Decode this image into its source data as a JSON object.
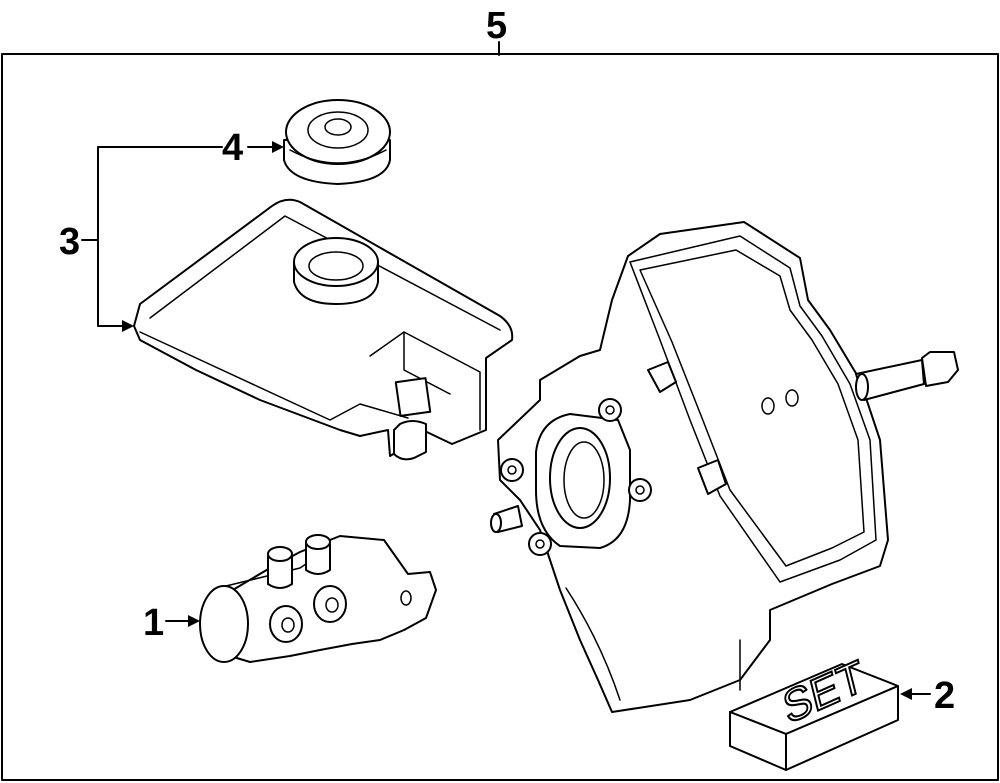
{
  "callouts": {
    "c1": "1",
    "c2": "2",
    "c3": "3",
    "c4": "4",
    "c5": "5"
  },
  "stamp_text": "SET",
  "colors": {
    "line": "#000000",
    "background": "#ffffff"
  }
}
